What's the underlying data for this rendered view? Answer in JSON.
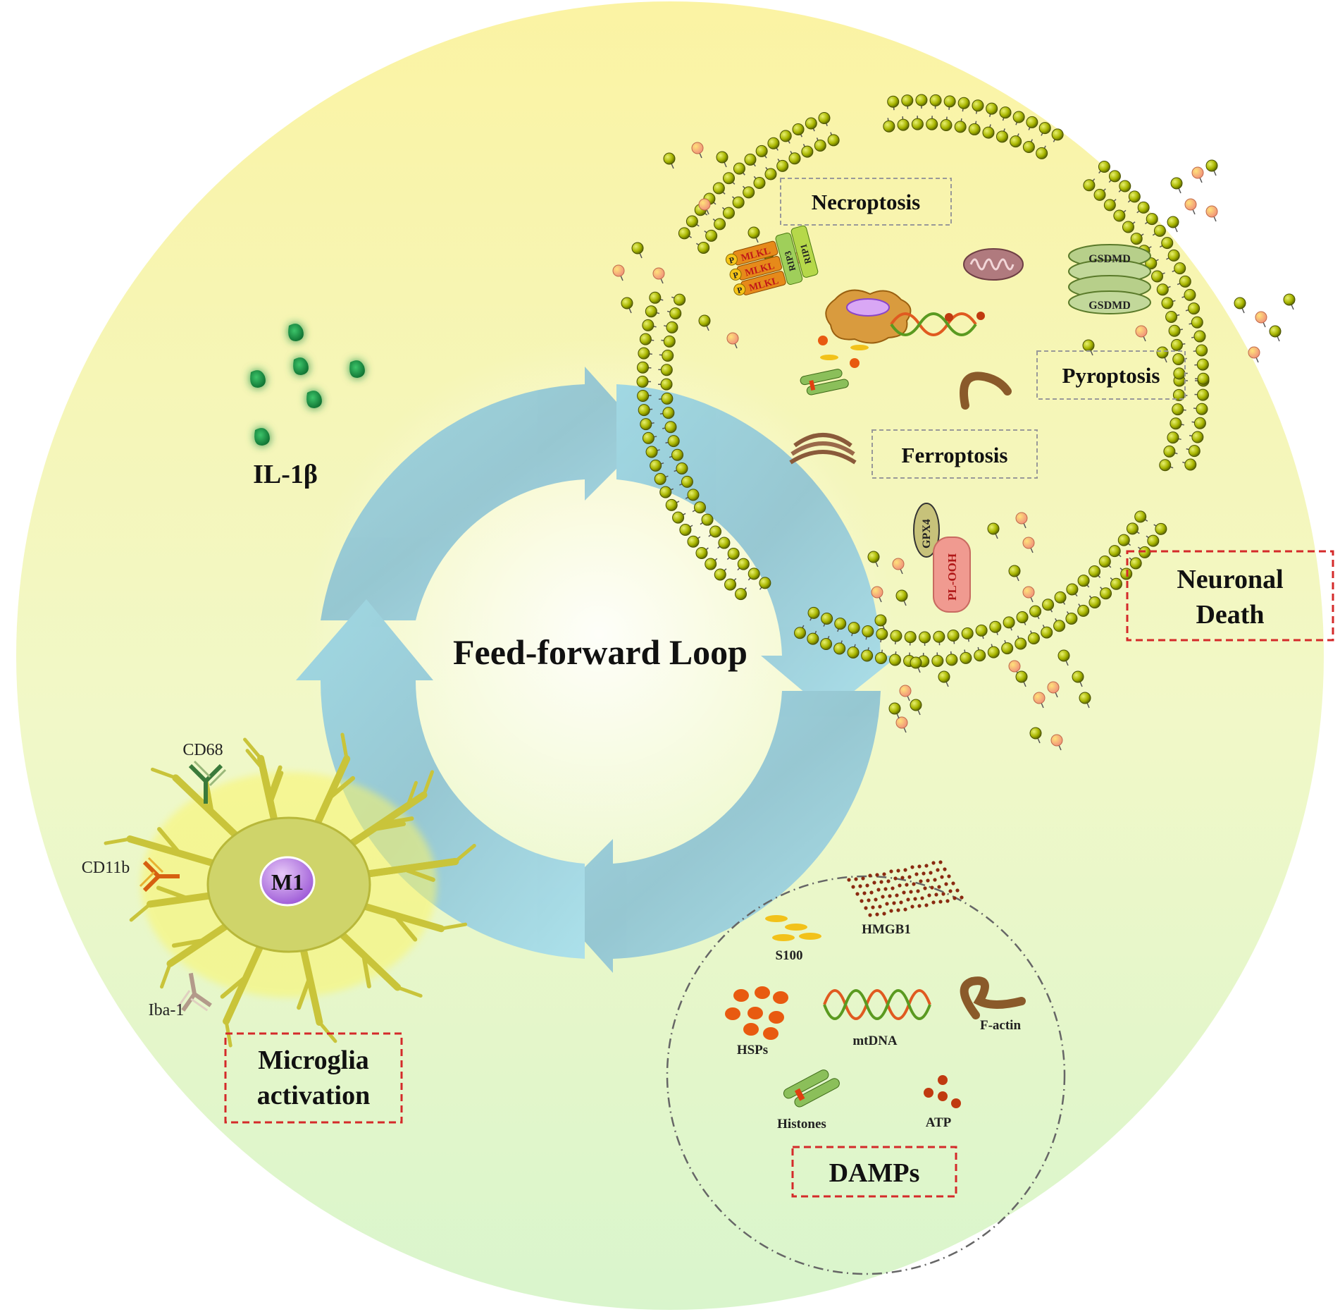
{
  "center": {
    "title": "Feed-forward Loop"
  },
  "cytokine": {
    "label": "IL-1β"
  },
  "microglia": {
    "box_line1": "Microglia",
    "box_line2": "activation",
    "nucleus": "M1",
    "markers": [
      "CD68",
      "CD11b",
      "Iba-1"
    ]
  },
  "neuron": {
    "box_line1": "Neuronal",
    "box_line2": "Death",
    "pathways": [
      "Necroptosis",
      "Pyroptosis",
      "Ferroptosis"
    ],
    "proteins": {
      "mlkl": "MLKL",
      "rip3": "RIP3",
      "rip1": "RIP1",
      "phospho": "P",
      "gsdmd": "GSDMD",
      "gpx4": "GPX4",
      "ploh": "PL-OOH"
    }
  },
  "damps": {
    "title": "DAMPs",
    "items": [
      "S100",
      "HMGB1",
      "HSPs",
      "mtDNA",
      "F-actin",
      "Histones",
      "ATP"
    ]
  },
  "colors": {
    "bg_top": "#fbf4a6",
    "bg_bottom": "#dff6cf",
    "arrow": "#8fd0e0",
    "membrane": "#a8b400",
    "il1b": "#1e9e4a",
    "box_border": "#d42a2a",
    "m1": "#b77fe0"
  }
}
